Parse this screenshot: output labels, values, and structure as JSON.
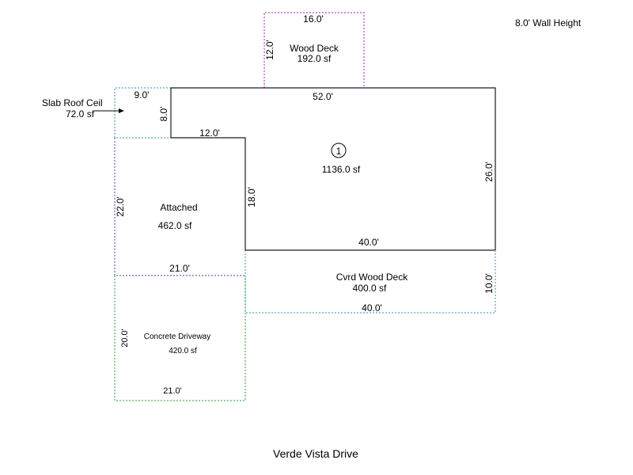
{
  "wall_height": "8.0' Wall Height",
  "street_name": "Verde Vista Drive",
  "main_area": {
    "number": "1",
    "area": "1136.0 sf",
    "dims": {
      "top": "52.0'",
      "right": "26.0'",
      "bottom": "40.0'",
      "inner_left": "18.0'",
      "inner_top": "12.0'",
      "notch_left": "8.0'"
    }
  },
  "wood_deck": {
    "name": "Wood Deck",
    "area": "192.0 sf",
    "width": "16.0'",
    "depth": "12.0'",
    "color": "#a020c0"
  },
  "slab_roof": {
    "name": "Slab Roof Ceil",
    "area": "72.0 sf",
    "width": "9.0'",
    "color": "#3a8fb0"
  },
  "attached": {
    "name": "Attached",
    "area": "462.0 sf",
    "side": "22.0'",
    "bottom": "21.0'",
    "color": "#4040c0"
  },
  "cvrd_wood_deck": {
    "name": "Cvrd Wood Deck",
    "area": "400.0 sf",
    "side": "10.0'",
    "bottom": "40.0'",
    "color": "#3a8fb0"
  },
  "driveway": {
    "name": "Concrete Driveway",
    "area": "420.0 sf",
    "side": "20.0'",
    "bottom": "21.0'",
    "color": "#2a9a3a"
  }
}
